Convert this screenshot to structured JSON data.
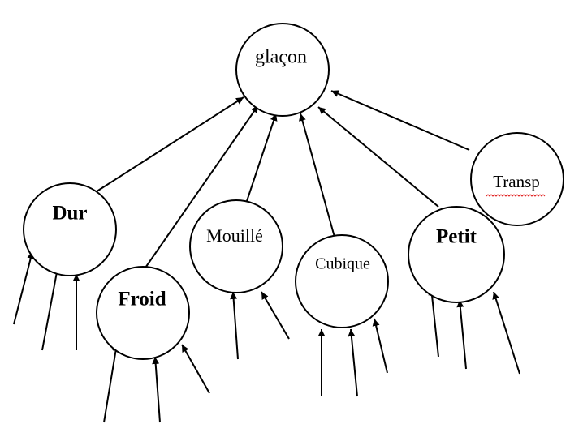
{
  "diagram": {
    "nodes": {
      "glacon": "glaçon",
      "dur": "Dur",
      "froid": "Froid",
      "mouille": "Mouillé",
      "cubique": "Cubique",
      "petit": "Petit",
      "transp": "Transp"
    }
  }
}
